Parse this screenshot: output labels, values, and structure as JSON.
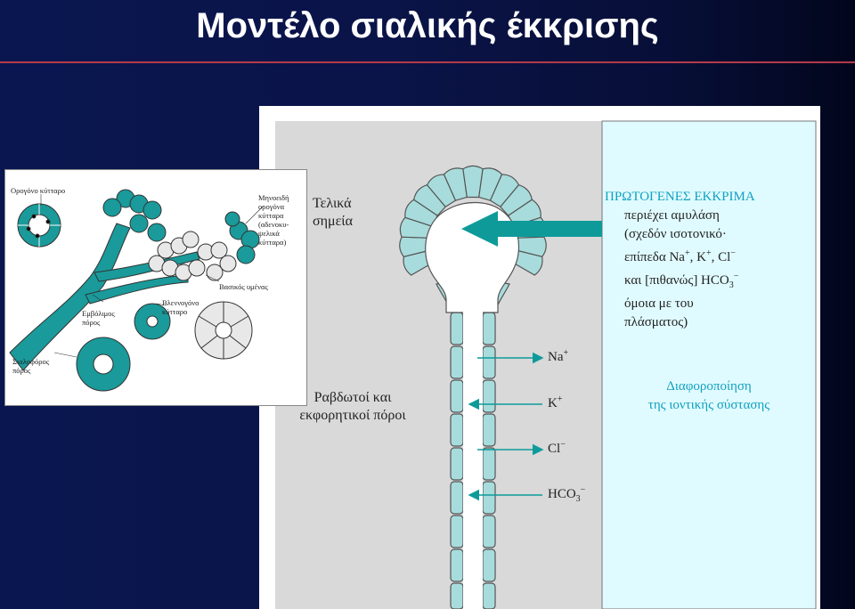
{
  "slide": {
    "title": "Μοντέλο σιαλικής έκκρισης"
  },
  "colors": {
    "background": "#0a1650",
    "title_rule": "#b33a4a",
    "cell_teal": "#a8dcdc",
    "arrow_teal": "#0f9a9a",
    "gray_region": "#d9d9d9",
    "light_cyan_region": "#e0fbff",
    "heading_cyan": "#10a0c0"
  },
  "main_diagram": {
    "label_endpoints": [
      "Τελικά",
      "σημεία"
    ],
    "label_ducts": [
      "Ραβδωτοί και",
      "εκφορητικοί πόροι"
    ],
    "primary_secretion": {
      "heading": "ΠΡΩΤΟΓΕΝΕΣ ΕΚΚΡΙΜΑ",
      "line1": "περιέχει αμυλάση",
      "line2": "(σχεδόν ισοτονικό·",
      "line3_prefix": "επίπεδα Na",
      "line3_sup1": "+",
      "line3_mid1": ", K",
      "line3_sup2": "+",
      "line3_mid2": ", Cl",
      "line3_sup3": "−",
      "line4_prefix": "και [πιθανώς] HCO",
      "line4_sub": "3",
      "line4_sup": "−",
      "line5": "όμοια με του",
      "line6": "πλάσματος)"
    },
    "differentiation": [
      "Διαφοροποίηση",
      "της ιοντικής σύστασης"
    ],
    "ions": [
      {
        "base": "Na",
        "sub": "",
        "sup": "+",
        "direction": "out"
      },
      {
        "base": "K",
        "sub": "",
        "sup": "+",
        "direction": "in"
      },
      {
        "base": "Cl",
        "sub": "",
        "sup": "−",
        "direction": "out"
      },
      {
        "base": "HCO",
        "sub": "3",
        "sup": "−",
        "direction": "in"
      }
    ]
  },
  "inset_diagram": {
    "labels": {
      "serous_cell": "Ορογόνο κύτταρο",
      "demilune": [
        "Μηνοειδή",
        "ορογόνα",
        "κύτταρα",
        "(αδενοκυ-",
        "ψελικά",
        "κύτταρα)"
      ],
      "basement_membrane": "Βασικός υμένας",
      "mucous_cell": [
        "Βλεννογόνο",
        "κύτταρο"
      ],
      "intercalated_duct": [
        "Εμβόλιμος",
        "πόρος"
      ],
      "striated_duct": [
        "Σιαλοφόρος",
        "πόρος"
      ]
    }
  }
}
